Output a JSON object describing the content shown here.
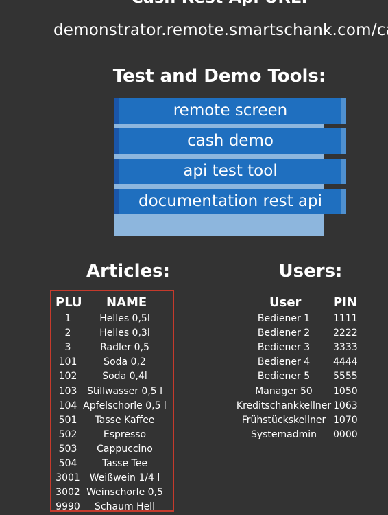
{
  "cash_rest": {
    "heading": "Cash Rest Api URL:",
    "url": "demonstrator.remote.smartschank.com/ca"
  },
  "tools": {
    "heading": "Test and Demo Tools:",
    "buttons": [
      {
        "label": "remote screen"
      },
      {
        "label": "cash demo"
      },
      {
        "label": "api test tool"
      },
      {
        "label": "documentation rest api"
      }
    ]
  },
  "articles": {
    "heading": "Articles:",
    "columns": {
      "plu": "PLU",
      "name": "NAME"
    },
    "rows": [
      {
        "plu": "1",
        "name": "Helles 0,5l"
      },
      {
        "plu": "2",
        "name": "Helles 0,3l"
      },
      {
        "plu": "3",
        "name": "Radler 0,5"
      },
      {
        "plu": "101",
        "name": "Soda 0,2"
      },
      {
        "plu": "102",
        "name": "Soda 0,4l"
      },
      {
        "plu": "103",
        "name": "Stillwasser 0,5 l"
      },
      {
        "plu": "104",
        "name": "Apfelschorle 0,5 l"
      },
      {
        "plu": "501",
        "name": "Tasse Kaffee"
      },
      {
        "plu": "502",
        "name": "Espresso"
      },
      {
        "plu": "503",
        "name": "Cappuccino"
      },
      {
        "plu": "504",
        "name": "Tasse Tee"
      },
      {
        "plu": "3001",
        "name": "Weißwein 1/4 l"
      },
      {
        "plu": "3002",
        "name": "Weinschorle 0,5"
      },
      {
        "plu": "9990",
        "name": "Schaum Hell"
      }
    ]
  },
  "users": {
    "heading": "Users:",
    "columns": {
      "user": "User",
      "pin": "PIN"
    },
    "rows": [
      {
        "user": "Bediener 1",
        "pin": "1111"
      },
      {
        "user": "Bediener 2",
        "pin": "2222"
      },
      {
        "user": "Bediener 3",
        "pin": "3333"
      },
      {
        "user": "Bediener 4",
        "pin": "4444"
      },
      {
        "user": "Bediener 5",
        "pin": "5555"
      },
      {
        "user": "Manager 50",
        "pin": "1050"
      },
      {
        "user": "Kreditschankkellner",
        "pin": "1063"
      },
      {
        "user": "Frühstückskellner",
        "pin": "1070"
      },
      {
        "user": "Systemadmin",
        "pin": "0000"
      }
    ]
  },
  "colors": {
    "background": "#333333",
    "button": "#1f6fbf",
    "panel": "#8db6dd",
    "highlight_border": "#c53a2c"
  }
}
